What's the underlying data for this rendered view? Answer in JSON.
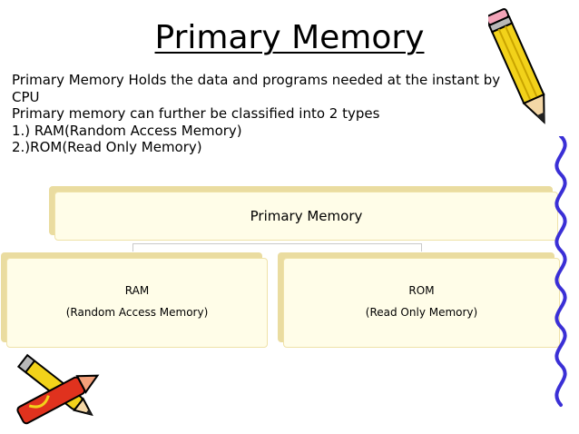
{
  "slide": {
    "title": "Primary Memory",
    "lines": [
      "Primary Memory Holds the data and programs needed at the instant by CPU",
      "Primary memory can further be classified into 2 types",
      "1.) RAM(Random Access Memory)",
      "2.)ROM(Read Only Memory)"
    ]
  },
  "diagram": {
    "root": "Primary Memory",
    "children": [
      {
        "name": "RAM",
        "desc": "(Random Access Memory)"
      },
      {
        "name": "ROM",
        "desc": "(Read Only Memory)"
      }
    ]
  },
  "colors": {
    "box_fill": "#fffde8",
    "box_shadow": "#eadca0",
    "squiggle": "#3a2fd6",
    "pencil_yellow": "#f2d21a",
    "pencil_red": "#e0321e"
  }
}
